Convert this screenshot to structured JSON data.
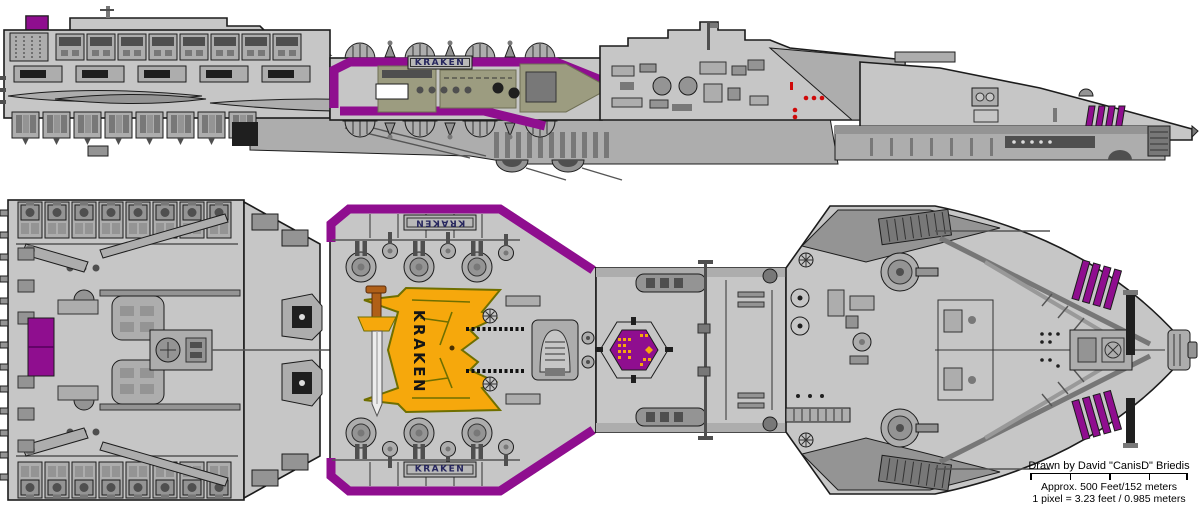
{
  "ship": {
    "name": "KRAKEN"
  },
  "credits": {
    "artist_line": "Drawn by David \"CanisD\" Briedis",
    "scale_line_feet": "Approx. 500 Feet/152 meters",
    "scale_line_pixel": "1 pixel = 3.23 feet / 0.985 meters"
  },
  "colors": {
    "background": "#ffffff",
    "hull_light": "#c6c6c6",
    "hull_mid": "#adadad",
    "hull_dark": "#8f8f8f",
    "outline": "#1c1c1c",
    "accent_purple": "#8f0e8f",
    "accent_gold": "#f6a80c",
    "gold_outline": "#6f6f00",
    "olive_panel": "#9c9c80",
    "status_red": "#cf0a0a",
    "sword_brown": "#b06018",
    "plate_text": "#26265e"
  }
}
